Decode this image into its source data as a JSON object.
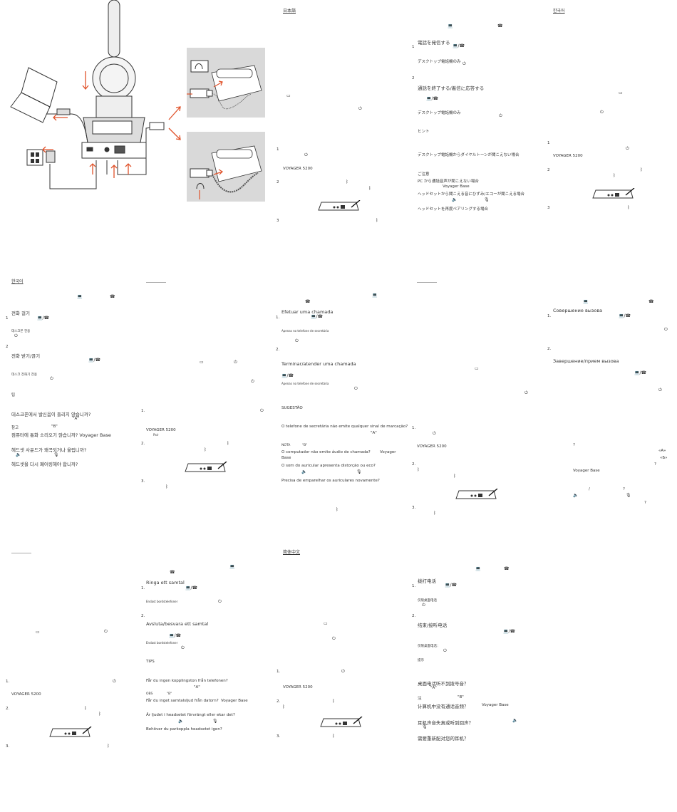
{
  "headers": {
    "ja": "日本語",
    "ko1": "한국어",
    "ko2": "한국어",
    "zh": "简体中文"
  },
  "panel_ja1": {
    "step1": "1",
    "voyager": "VOYAGER 5200",
    "step2": "2",
    "step3": "3"
  },
  "panel_ja2": {
    "call": "電話を発信する",
    "step1": "1",
    "desk_only1": "デスクトップ電話機のみ",
    "step2": "2",
    "end": "通話を終了する/着信に応答する",
    "desk_only2": "デスクトップ電話機のみ",
    "hint": "ヒント",
    "q1": "デスクトップ電話機からダイヤルトーンが聞こえない場合",
    "note": "ご注意",
    "q2": "PC から通話音声が聞こえない場合",
    "q2b": "Voyager Base",
    "q3": "ヘッドセットから聞こえる音にひずみ/エコーが聞こえる場合",
    "q4": "ヘッドセットを再度ペアリングする場合"
  },
  "panel_ko_top": {
    "step1": "1",
    "voyager": "VOYAGER 5200",
    "step2": "2",
    "step3": "3"
  },
  "panel_ko": {
    "call": "전화 걸기",
    "step1": "1",
    "desk1": "데스크폰 전용",
    "step2": "2",
    "end": "전화 받기/끊기",
    "desk2": "데스크 전화기 전용",
    "tip": "팁",
    "q1": "데스크폰에서 발신음이 들리지 않습니까?",
    "q1b": "\"A\"",
    "note": "참고",
    "noteb": "\"B\"",
    "q2": "컴퓨터에 통화 소리오기 않습니까? Voyager Base",
    "q3": "헤드셋 사운드가 왜곡되거나 울립니까?",
    "q4": "헤드셋을 다시 페어링해야 합니까?"
  },
  "panel_pt1": {
    "step1": "1.",
    "voyager": "VOYAGER 5200",
    "voyager_sub": "Pair",
    "step2": "2.",
    "step3": "3."
  },
  "panel_pt2": {
    "call": "Efetuar uma chamada",
    "step1": "1.",
    "desk1": "Apenas no telefone de secretária",
    "step2": "2.",
    "end": "Terminar/atender uma chamada",
    "desk2": "Apenas no telefone de secretária",
    "tips": "SUGESTÃO",
    "q1": "O telefone de secretária não emite qualquer sinal de marcação?",
    "q1b": "\"A\"",
    "note": "NOTA",
    "noteb": "\"B\"",
    "q2": "O computador não emite áudio de chamada?",
    "q2b": "Voyager",
    "q2c": "Base",
    "q3": "O som do auricular apresenta distorção ou eco?",
    "q4": "Precisa de emparelhar os auriculares novamente?"
  },
  "panel_ru1": {
    "step1": "1.",
    "voyager": "VOYAGER 5200",
    "step2": "2.",
    "step3": "3."
  },
  "panel_ru2": {
    "call": "Совершение вызова",
    "step1": "1.",
    "step2": "2.",
    "end": "Завершение/прием вызова",
    "q_mark": "?",
    "a_mark": "«А»",
    "b_mark": "«Б»",
    "voyager_base": "Voyager Base",
    "slash": "/"
  },
  "panel_sv1": {
    "step1": "1.",
    "voyager": "VOYAGER 5200",
    "step2": "2.",
    "step3": "3."
  },
  "panel_sv2": {
    "call": "Ringa ett samtal",
    "step1": "1.",
    "desk1": "Endast bordstelefoner",
    "step2": "2.",
    "end": "Avsluta/besvara ett samtal",
    "desk2": "Endast bordstelefoner",
    "tips": "TIPS",
    "q1": "Får du ingen kopplingston från telefonen?",
    "q1b": "\"A\"",
    "obs": "OBS",
    "obsb": "\"B\"",
    "q2": "Får du inget samtalsljud från datorn?",
    "q2b": "Voyager Base",
    "q3": "Är ljudet i headsetet förvrängt eller ekar det?",
    "q4": "Behöver du parkoppla headsetet igen?"
  },
  "panel_zh1": {
    "step1": "1.",
    "voyager": "VOYAGER 5200",
    "step2": "2.",
    "step3": "3."
  },
  "panel_zh2": {
    "call": "拨打电话",
    "step1": "1.",
    "desk1": "仅限桌面电话",
    "step2": "2.",
    "end": "结束/接听电话",
    "desk2": "仅限桌面电话：",
    "tip": "提示",
    "q1": "桌面电话听不到拨号音？",
    "q1b": "\"A\"",
    "note": "注",
    "noteb": "\"B\"",
    "q2": "计算机中没有通话音频？",
    "q2b": "Voyager Base",
    "q3": "耳机声音失真或听到回声？",
    "q4": "需要重新配对您的耳机？"
  },
  "icons": {
    "laptop": "laptop-icon",
    "phone": "desk-phone-icon",
    "power": "power-icon",
    "bluetooth": "bluetooth-icon",
    "volume": "volume-icon",
    "mic": "mic-icon",
    "battery": "battery-icon",
    "headset": "headset-icon"
  },
  "colors": {
    "arrow": "#e0522a",
    "line": "#333333",
    "panel_bg": "#d9d9d9"
  }
}
